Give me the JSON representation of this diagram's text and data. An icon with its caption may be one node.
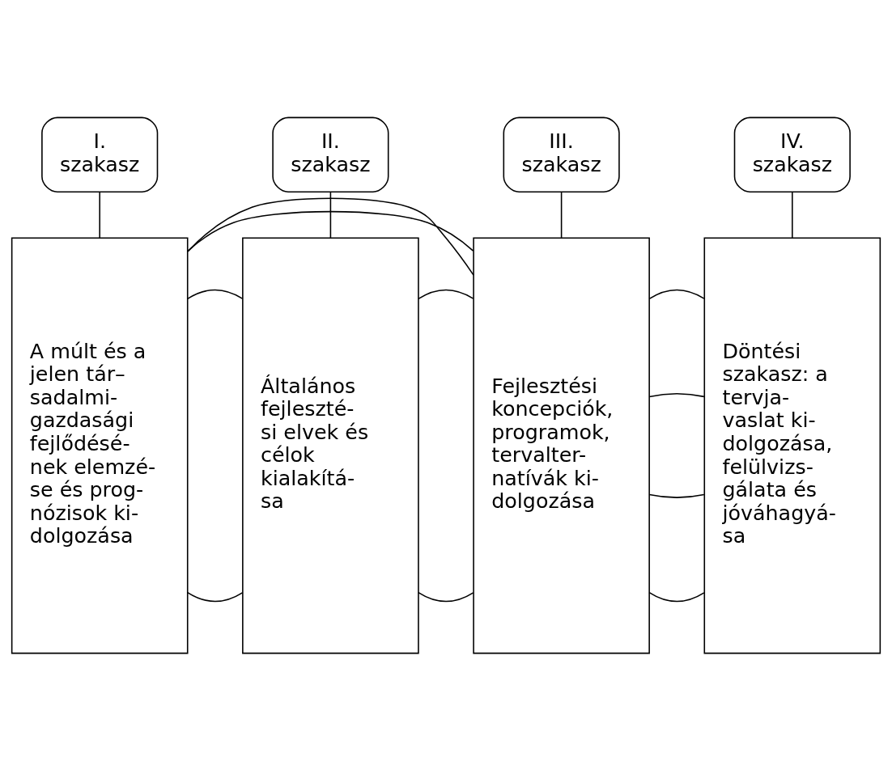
{
  "diagram": {
    "nodes": [
      {
        "text": [
          "I. szakasz"
        ]
      },
      {
        "text": [
          "II. szakasz"
        ]
      },
      {
        "text": [
          "III. szakasz"
        ]
      },
      {
        "text": [
          "IV. szakasz"
        ]
      },
      {
        "text": [
          "A múlt és a jelen tár– sadalmi- gazdasági fejlődésé- nek elemzé- se és prog- nózisok ki- dolgozása"
        ]
      },
      {
        "text": [
          "Általános fejleszté- si elvek és célok kialakítá- sa"
        ]
      },
      {
        "text": [
          "Fejlesztési koncepciók, programok, tervalter- natívák ki- dolgozása"
        ]
      },
      {
        "text": [
          "Döntési szakasz: a tervja- vaslat ki- dolgozása, felülvizs- gálata és jóváhagyá- sa"
        ]
      }
    ],
    "edges": [
      {
        "from": 0,
        "to": 4,
        "arrow": "none"
      },
      {
        "from": 1,
        "to": 5,
        "arrow": "none"
      },
      {
        "from": 2,
        "to": 6,
        "arrow": "none"
      },
      {
        "from": 3,
        "to": 7,
        "arrow": "none"
      },
      {
        "from": 4,
        "to": 5,
        "arrow": "none"
      },
      {
        "from": 4,
        "to": 5,
        "arrow": "none"
      },
      {
        "from": 5,
        "to": 6,
        "arrow": "none"
      },
      {
        "from": 5,
        "to": 6,
        "arrow": "none"
      },
      {
        "from": 6,
        "to": 7,
        "arrow": "none"
      },
      {
        "from": 6,
        "to": 7,
        "arrow": "none"
      },
      {
        "from": 7,
        "to": 6,
        "arrow": "none"
      },
      {
        "from": 7,
        "to": 6,
        "arrow": "none"
      },
      {
        "from": 4,
        "to": 6,
        "arrow": "none"
      },
      {
        "from": 4,
        "to": 6,
        "arrow": "none"
      }
    ]
  }
}
